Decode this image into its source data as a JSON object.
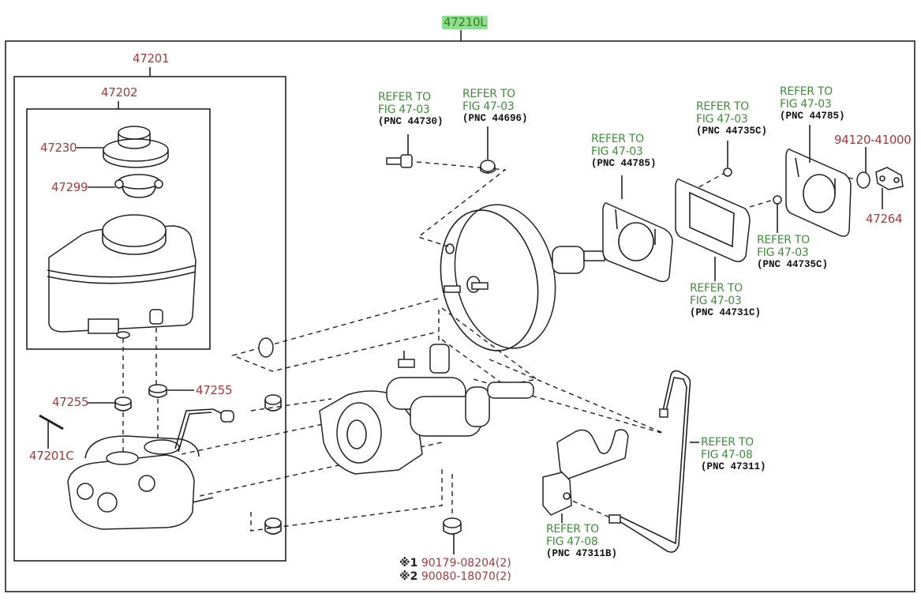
{
  "diagram": {
    "assembly_label": "47210L",
    "assembly_highlight_color": "#8be08b",
    "part_label_color": "#a6393f",
    "reference_color": "#3f8f3a",
    "groups": {
      "outer": "47201",
      "inner": "47202"
    },
    "parts": {
      "cap": "47230",
      "strainer": "47299",
      "grommet_left": "47255",
      "grommet_right": "47255",
      "pin": "47201C",
      "nut": "94120-41000",
      "bracket": "47264"
    },
    "references": [
      {
        "id": "ref-44730",
        "line1": "REFER TO",
        "line2": "FIG 47-03",
        "pnc": "(PNC 44730)"
      },
      {
        "id": "ref-44696",
        "line1": "REFER TO",
        "line2": "FIG 47-03",
        "pnc": "(PNC 44696)"
      },
      {
        "id": "ref-44785-a",
        "line1": "REFER TO",
        "line2": "FIG 47-03",
        "pnc": "(PNC 44785)"
      },
      {
        "id": "ref-44735c-a",
        "line1": "REFER TO",
        "line2": "FIG 47-03",
        "pnc": "(PNC 44735C)"
      },
      {
        "id": "ref-44785-b",
        "line1": "REFER TO",
        "line2": "FIG 47-03",
        "pnc": "(PNC 44785)"
      },
      {
        "id": "ref-44735c-b",
        "line1": "REFER TO",
        "line2": "FIG 47-03",
        "pnc": "(PNC 44735C)"
      },
      {
        "id": "ref-44731c",
        "line1": "REFER TO",
        "line2": "FIG 47-03",
        "pnc": "(PNC 44731C)"
      },
      {
        "id": "ref-47311",
        "line1": "REFER TO",
        "line2": "FIG 47-08",
        "pnc": "(PNC 47311)"
      },
      {
        "id": "ref-47311b",
        "line1": "REFER TO",
        "line2": "FIG 47-08",
        "pnc": "(PNC 47311B)"
      }
    ],
    "notes": [
      {
        "mark": "※1",
        "value": "90179-08204(2)"
      },
      {
        "mark": "※2",
        "value": "90080-18070(2)"
      }
    ]
  }
}
